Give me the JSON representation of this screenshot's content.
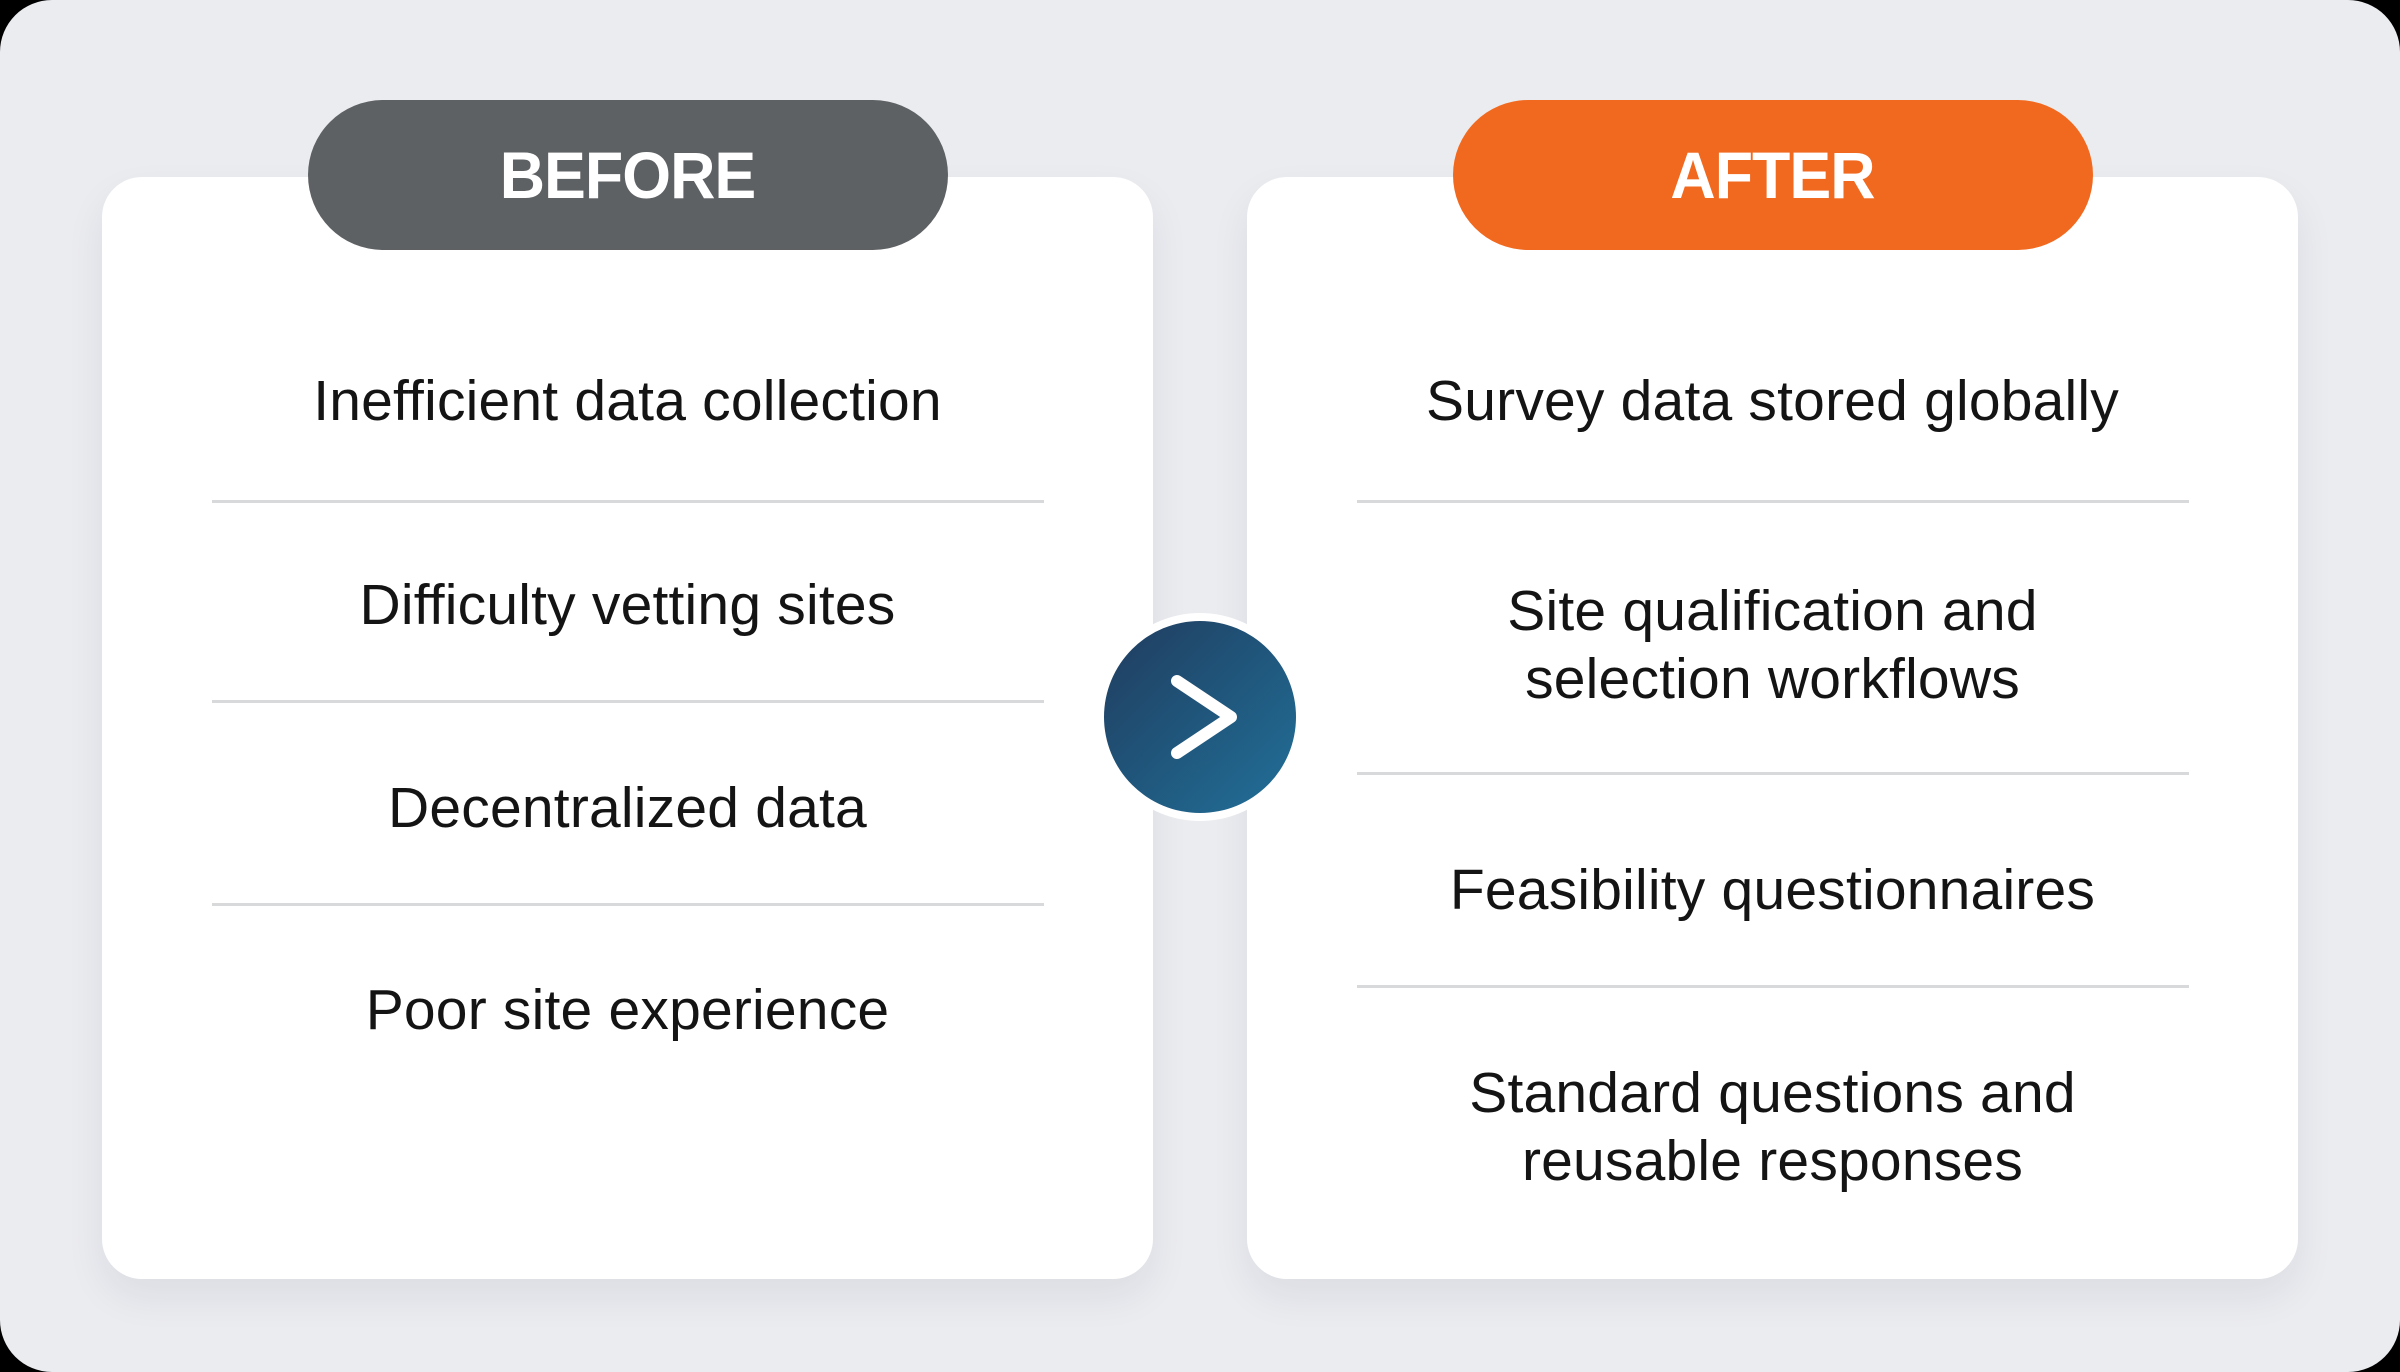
{
  "before": {
    "label": "BEFORE",
    "items": [
      {
        "l1": "Inefficient data collection"
      },
      {
        "l1": "Difficulty vetting sites"
      },
      {
        "l1": "Decentralized data"
      },
      {
        "l1": "Poor site experience"
      }
    ]
  },
  "after": {
    "label": "AFTER",
    "items": [
      {
        "l1": "Survey data stored globally"
      },
      {
        "l1": "Site qualification and",
        "l2": "selection workflows"
      },
      {
        "l1": "Feasibility questionnaires"
      },
      {
        "l1": "Standard questions and",
        "l2": "reusable responses"
      }
    ]
  },
  "arrow": {
    "icon": "chevron-right-icon"
  },
  "colors": {
    "page_surround": "#000000",
    "canvas_bg": "#EBECF0",
    "card_bg": "#FFFFFF",
    "before_badge_bg": "#5E6164",
    "after_badge_bg": "#F1691F",
    "badge_text": "#FFFFFF",
    "item_text": "#141414",
    "divider": "#D8D9DB",
    "circle_gradient_start": "#203C5E",
    "circle_gradient_end": "#217099",
    "chevron": "#FFFFFF"
  }
}
